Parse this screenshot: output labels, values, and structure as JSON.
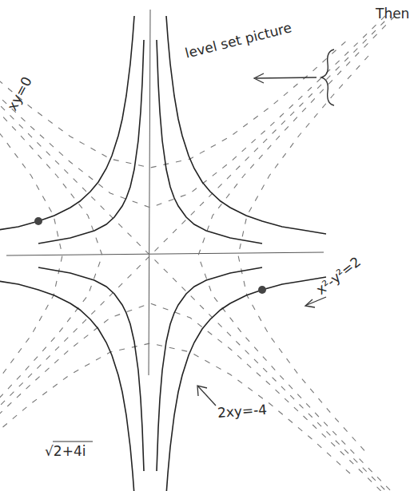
{
  "diagram": {
    "labels": [
      "Then",
      "level set picture",
      "xy=0",
      "x²-y²=2",
      "2xy=-4",
      "√2+4i"
    ]
  }
}
